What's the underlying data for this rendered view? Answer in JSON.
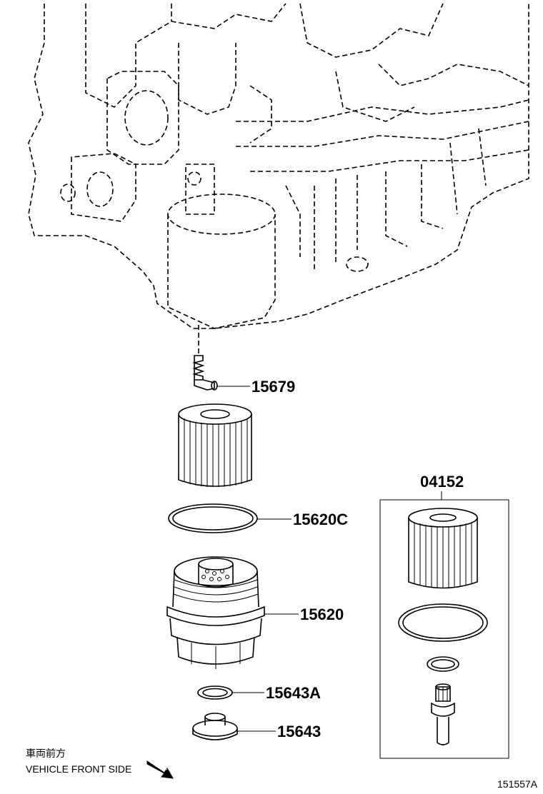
{
  "parts": {
    "oil_pressure_switch": "15679",
    "ring_15620c": "15620C",
    "filter_cap": "15620",
    "gasket_15643a": "15643A",
    "drain_plug": "15643",
    "kit": "04152"
  },
  "direction": {
    "japanese": "車両前方",
    "english": "VEHICLE FRONT SIDE"
  },
  "figure_id": "151557A"
}
